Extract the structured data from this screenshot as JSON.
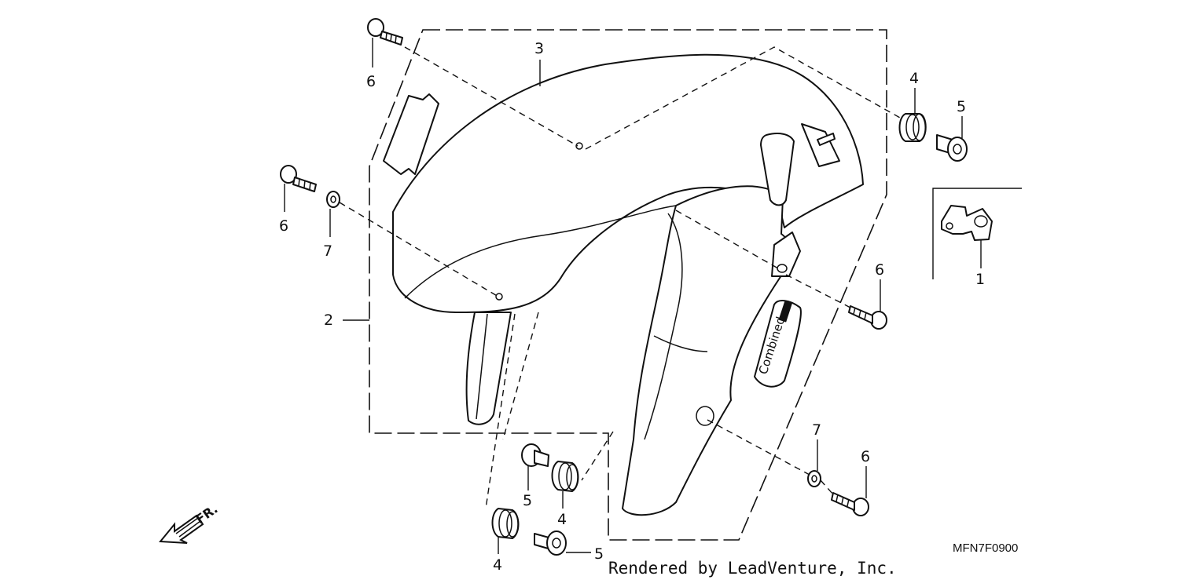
{
  "diagram": {
    "callouts": {
      "p1": "1",
      "p2": "2",
      "p3": "3",
      "p4": "4",
      "p5": "5",
      "p6": "6",
      "p7": "7"
    },
    "badge_text": "Combined",
    "front_marker": "FR.",
    "diagram_code": "MFN7F0900",
    "credit": "Rendered by LeadVenture, Inc."
  }
}
